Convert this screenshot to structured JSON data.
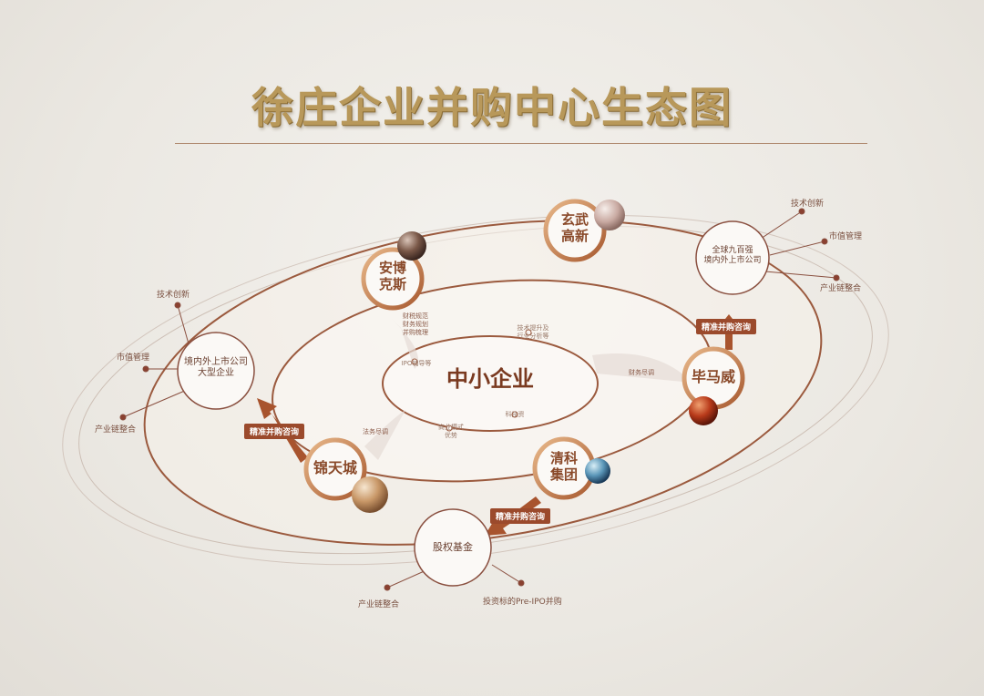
{
  "title": "徐庄企业并购中心生态图",
  "center": "中小企业",
  "nodes": {
    "xuanwu": [
      "玄武",
      "高新"
    ],
    "anbo": [
      "安博",
      "克斯"
    ],
    "bimawei": "毕马威",
    "jintiancheng": "锦天城",
    "qingke": [
      "清科",
      "集团"
    ],
    "left_org": [
      "境内外上市公司",
      "大型企业"
    ],
    "right_org": [
      "全球九百强",
      "境内外上市公司"
    ],
    "fund": "股权基金"
  },
  "leaves": {
    "left": [
      "技术创新",
      "市值管理",
      "产业链整合"
    ],
    "right": [
      "技术创新",
      "市值管理",
      "产业链整合"
    ],
    "bottom": [
      "产业链整合",
      "投资标的Pre-IPO并购"
    ]
  },
  "tags": {
    "left": "精准并购咨询",
    "right": "精准并购咨询",
    "bottom": "精准并购咨询"
  },
  "edge_labels": {
    "anbo": [
      "财税规范",
      "财务规划",
      "并购梳理"
    ],
    "bimawei": "财务尽调",
    "jintiancheng": "法务尽调",
    "inner_top": [
      "技术提升及",
      "行业分析等"
    ],
    "inner_left": "IPO辅导等",
    "inner_bottom": [
      "商业模式",
      "优势"
    ],
    "inner_right": "科技资"
  },
  "colors": {
    "accent": "#9b4a2c",
    "orbit": "#9b5a3e",
    "gold": "#b8985a"
  }
}
